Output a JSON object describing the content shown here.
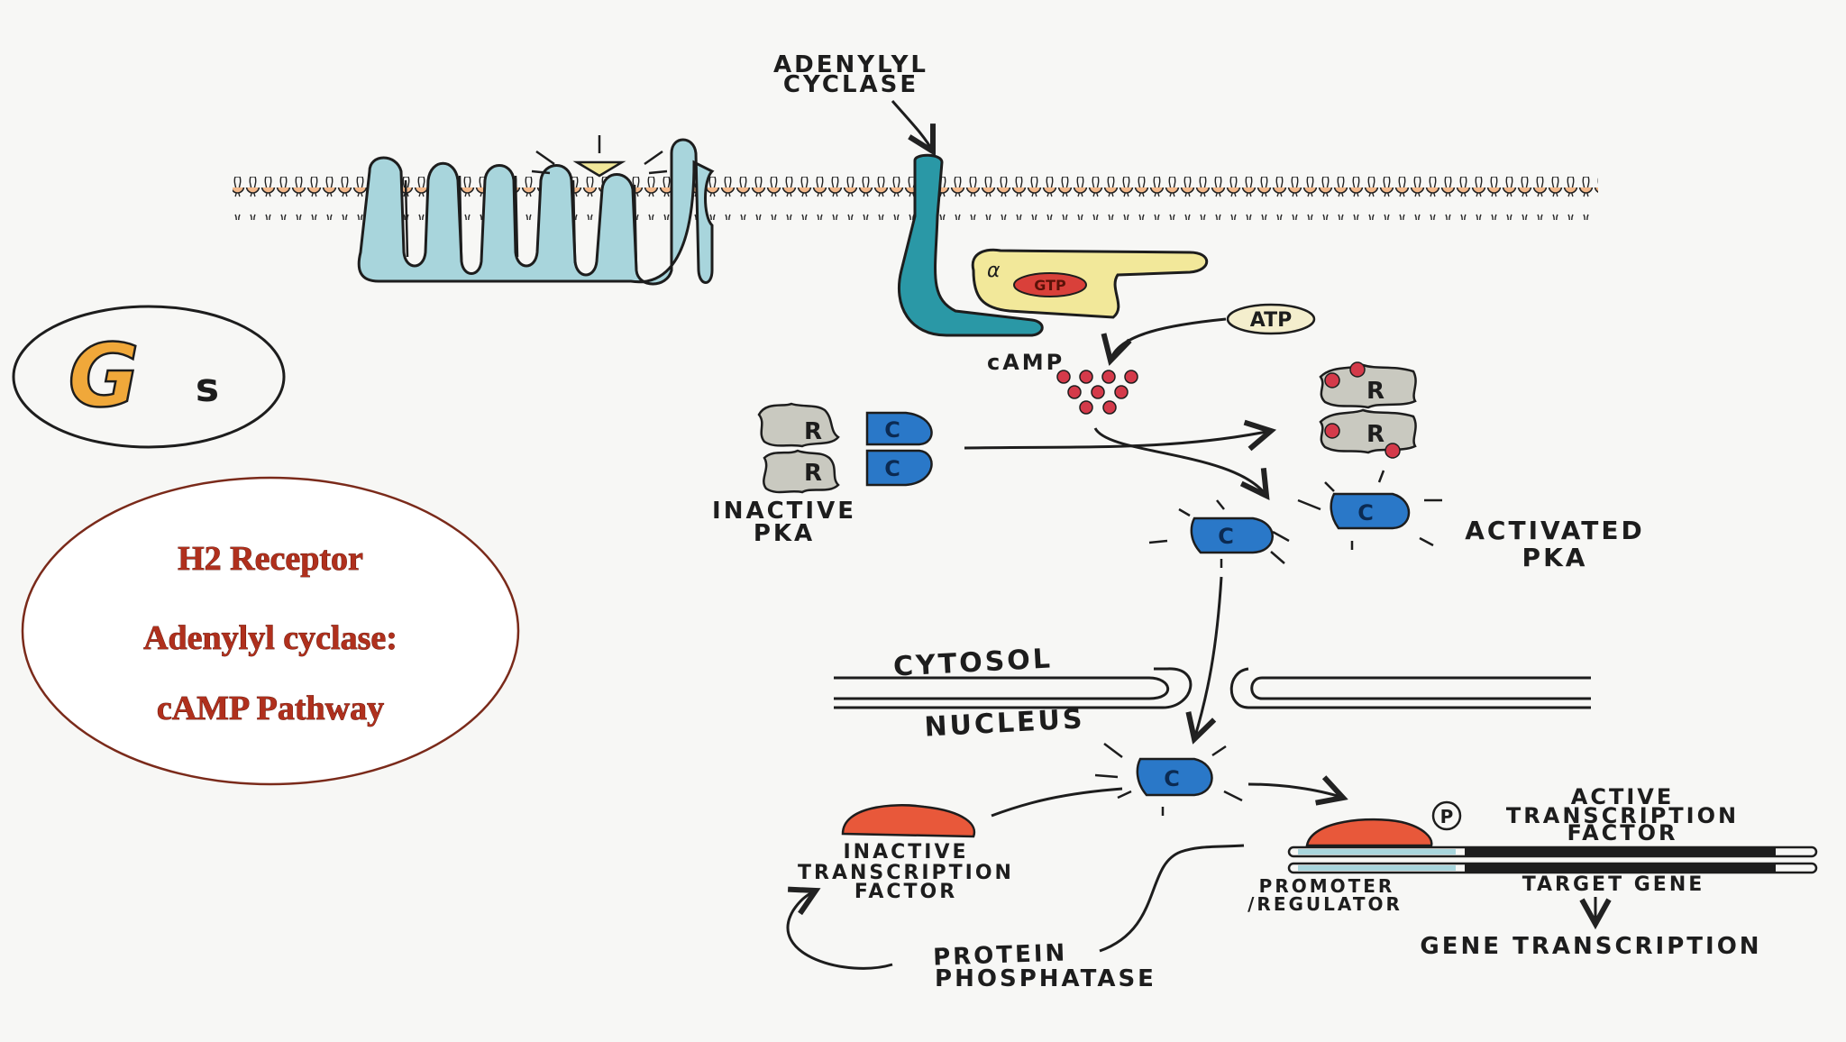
{
  "colors": {
    "background": "#f7f7f5",
    "receptor": "#a8d5dc",
    "cyclase": "#2a98a6",
    "g_alpha": "#f2e89a",
    "gtp": "#d9403a",
    "camp": "#d43a4a",
    "regulatory": "#c9c9c0",
    "catalytic": "#2a78c8",
    "transcription_factor": "#e8583a",
    "title_red": "#b0301d",
    "ellipse_border": "#7a2a1a",
    "gs_fill": "#f0a83a"
  },
  "labels": {
    "adenylyl_line1": "ADENYLYL",
    "adenylyl_line2": "CYCLASE",
    "alpha": "α",
    "gtp": "GTP",
    "atp": "ATP",
    "camp": "cAMP",
    "r": "R",
    "c": "C",
    "p": "P",
    "inactive_pka_line1": "INACTIVE",
    "inactive_pka_line2": "PKA",
    "activated_pka_line1": "ACTIVATED",
    "activated_pka_line2": "PKA",
    "cytosol": "CYTOSOL",
    "nucleus": "NUCLEUS",
    "inactive_tf_line1": "INACTIVE",
    "inactive_tf_line2": "TRANSCRIPTION",
    "inactive_tf_line3": "FACTOR",
    "active_tf_line1": "ACTIVE",
    "active_tf_line2": "TRANSCRIPTION",
    "active_tf_line3": "FACTOR",
    "promoter_line1": "PROMOTER",
    "promoter_line2": "/REGULATOR",
    "target_gene": "TARGET GENE",
    "gene_transcription": "GENE TRANSCRIPTION",
    "phosphatase_line1": "PROTEIN",
    "phosphatase_line2": "PHOSPHATASE"
  },
  "badge": {
    "g": "G",
    "s": "s"
  },
  "title": {
    "line1": "H2 Receptor",
    "line2": "Adenylyl cyclase:",
    "line3": "cAMP Pathway"
  }
}
